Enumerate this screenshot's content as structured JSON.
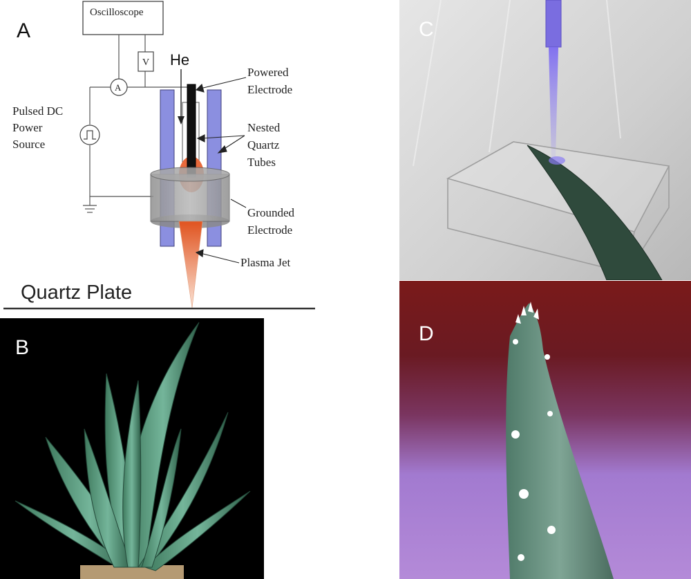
{
  "panels": {
    "a": {
      "letter": "A",
      "oscilloscope": "Oscilloscope",
      "voltmeter": "V",
      "ammeter": "A",
      "gas": "He",
      "power_source": [
        "Pulsed DC",
        "Power",
        "Source"
      ],
      "powered_electrode": [
        "Powered",
        "Electrode"
      ],
      "nested_tubes": [
        "Nested",
        "Quartz",
        "Tubes"
      ],
      "grounded_electrode": [
        "Grounded",
        "Electrode"
      ],
      "plasma_jet": "Plasma Jet",
      "quartz_plate": "Quartz Plate"
    },
    "b": {
      "letter": "B"
    },
    "c": {
      "letter": "C"
    },
    "d": {
      "letter": "D"
    }
  },
  "colors": {
    "tube": "#8b8fe0",
    "plasma": "#e86a3c",
    "grounded": "#9a9a9a",
    "b_background": "#000000",
    "c_background": "#d9d9d9",
    "d_top": "#7a1a1a",
    "d_bottom": "#b48ad8"
  }
}
